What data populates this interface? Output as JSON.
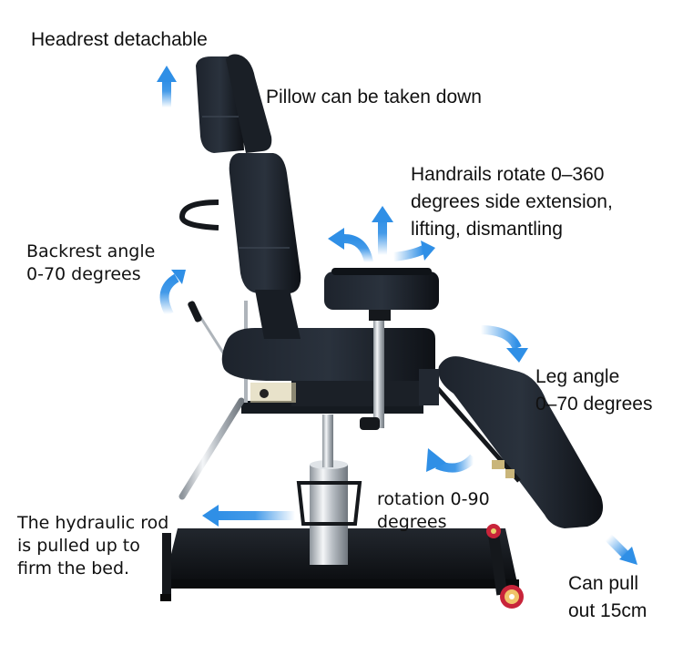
{
  "product": "Hydraulic tattoo / beauty chair",
  "labels": {
    "headrest": "Headrest detachable",
    "pillow": "Pillow can be taken down",
    "handrails": [
      "Handrails rotate 0–360",
      "degrees side extension,",
      "lifting, dismantling"
    ],
    "backrest": [
      "Backrest angle",
      "0-70 degrees"
    ],
    "leg": [
      "Leg angle",
      "0–70 degrees"
    ],
    "rotation": [
      "rotation 0-90",
      "degrees"
    ],
    "hydraulic": [
      "The hydraulic rod",
      "is pulled up to",
      "firm the bed."
    ],
    "pullout": [
      "Can pull",
      "out 15cm"
    ]
  },
  "icons": {
    "arrow": "blue-gradient-arrow",
    "chair": "black-leather-chair"
  },
  "colors": {
    "arrow_blue": "#2f8fe6",
    "leather": "#14181f",
    "chrome": "#c9ced3",
    "frame": "#111418",
    "wheel": "#c8243a"
  }
}
